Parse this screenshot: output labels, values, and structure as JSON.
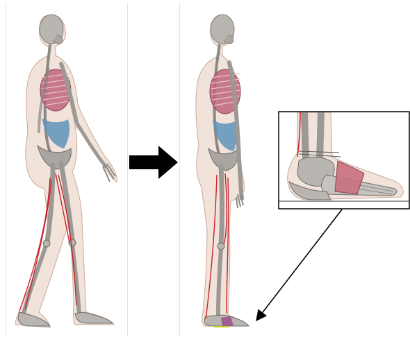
{
  "figure": {
    "panels": [
      "walking-model",
      "standing-model",
      "foot-detail-inset"
    ],
    "colors": {
      "skin": "#e6cabb",
      "skin_outline": "#c9a998",
      "bone": "#b9b6b2",
      "bone_dark": "#7f7b78",
      "ribs": "#c0667a",
      "abdomen": "#5f93b8",
      "muscle_line": "#c8242c",
      "foot_pad": "#c9707e",
      "arrow": "#000000"
    },
    "icons": {
      "transition_arrow": "arrow-right-icon",
      "leader_arrow": "pointer-arrow-icon"
    }
  }
}
